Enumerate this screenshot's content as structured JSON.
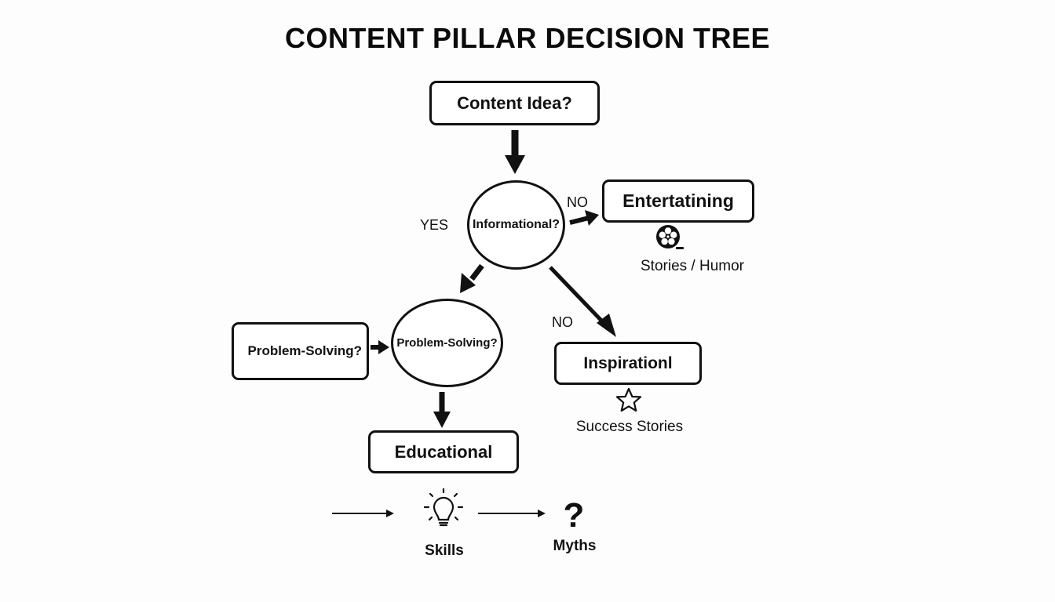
{
  "title": "CONTENT PILLAR DECISION TREE",
  "nodes": {
    "content_idea": "Content Idea?",
    "informational": "Informational?",
    "entertaining": "Entertatining",
    "problem_solving_box": "Problem-Solving?",
    "problem_solving_ellipse": "Problem-Solving?",
    "inspirational": "Inspirationl",
    "educational": "Educational"
  },
  "edge_labels": {
    "yes": "YES",
    "no_entertaining": "NO",
    "no_inspirational": "NO"
  },
  "captions": {
    "entertaining": "Stories / Humor",
    "inspirational": "Success Stories",
    "skills": "Skills",
    "myths": "Myths"
  },
  "icons": {
    "entertaining": "film-reel-icon",
    "inspirational": "star-icon",
    "skills": "lightbulb-icon",
    "myths": "question-mark-icon"
  },
  "colors": {
    "stroke": "#111111",
    "background": "#fdfdfd"
  }
}
